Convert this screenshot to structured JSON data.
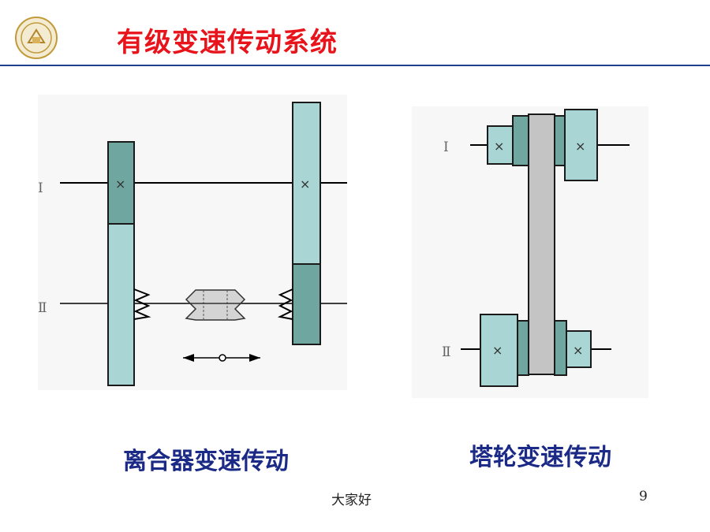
{
  "header": {
    "title": "有级变速传动系统"
  },
  "diagrams": {
    "clutch": {
      "caption": "离合器变速传动",
      "shaft_1_label": "Ⅰ",
      "shaft_2_label": "Ⅱ",
      "bearing_mark": "×"
    },
    "pulley": {
      "caption": "塔轮变速传动",
      "shaft_1_label": "Ⅰ",
      "shaft_2_label": "Ⅱ",
      "bearing_mark": "×"
    }
  },
  "colors": {
    "title": "#e8141c",
    "caption": "#1a2a86",
    "gear_light": "#a9d6d4",
    "gear_dark": "#6fa7a0",
    "belt": "#c4c4c4",
    "rule": "#1f3f8f"
  },
  "footer": {
    "text": "大家好",
    "page_number": "9"
  }
}
